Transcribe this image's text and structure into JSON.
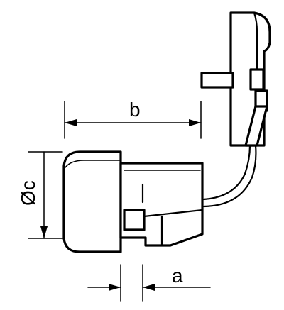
{
  "dimensions": {
    "b": {
      "label": "b"
    },
    "c": {
      "label": "Øc"
    },
    "a": {
      "label": "a"
    }
  },
  "colors": {
    "stroke": "#000000",
    "background": "#ffffff"
  }
}
